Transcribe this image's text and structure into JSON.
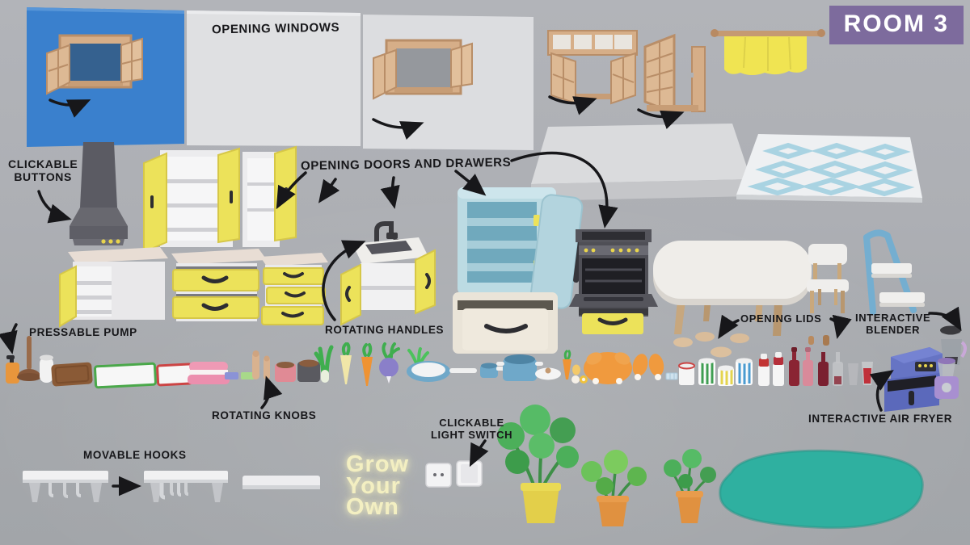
{
  "badge": {
    "label": "ROOM 3"
  },
  "labels": {
    "opening_windows": "OPENING WINDOWS",
    "clickable_buttons": [
      "CLICKABLE",
      "BUTTONS"
    ],
    "opening_doors_and_drawers": "OPENING DOORS AND DRAWERS",
    "pressable_pump": "PRESSABLE PUMP",
    "rotating_handles": "ROTATING HANDLES",
    "rotating_knobs": "ROTATING KNOBS",
    "opening_lids": "OPENING LIDS",
    "interactive_blender": [
      "INTERACTIVE",
      "BLENDER"
    ],
    "interactive_air_fryer": "INTERACTIVE AIR FRYER",
    "movable_hooks": "MOVABLE HOOKS",
    "clickable_light_switch": [
      "CLICKABLE",
      "LIGHT SWITCH"
    ],
    "grow_your_own": [
      "Grow",
      "Your",
      "Own"
    ]
  },
  "colors": {
    "badge_bg": "#7d6b9d",
    "wall_blue": "#3a80cd",
    "accent_yellow": "#ece25a",
    "curtain_yellow": "#f0e452",
    "wood_tan": "#d6ae88",
    "fridge_blue": "#bcdbe3",
    "appliance_dark": "#53535a",
    "stool_blue": "#74aed0",
    "air_fryer_blue": "#6674c4",
    "blender_purple": "#a88fd0",
    "rug_teal": "#2fb0a0",
    "glow_text": "#f3efc2",
    "annotation_ink": "#17171a"
  }
}
